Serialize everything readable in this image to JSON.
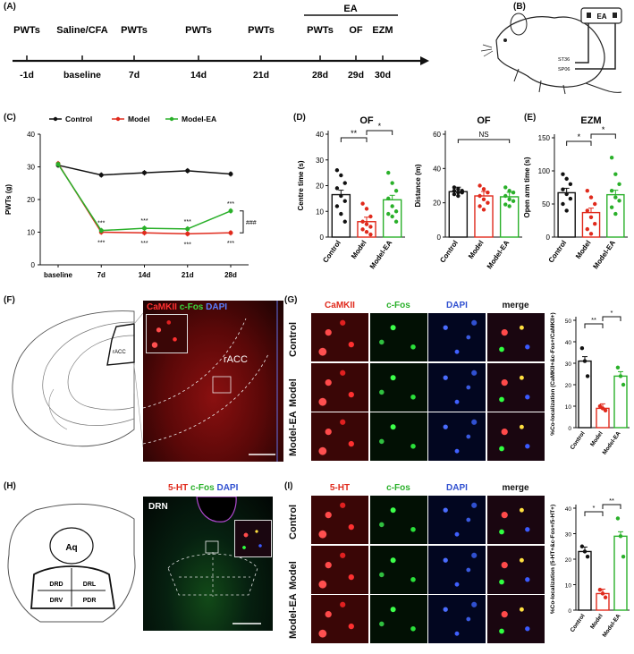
{
  "panels": {
    "A": "(A)",
    "B": "(B)",
    "C": "(C)",
    "D": "(D)",
    "E": "(E)",
    "F": "(F)",
    "G": "(G)",
    "H": "(H)",
    "I": "(I)"
  },
  "timeline": {
    "ea_label": "EA",
    "events": [
      "PWTs",
      "Saline/CFA",
      "PWTs",
      "PWTs",
      "PWTs",
      "PWTs",
      "OF",
      "EZM"
    ],
    "days": [
      "-1d",
      "baseline",
      "7d",
      "14d",
      "21d",
      "28d",
      "29d",
      "30d"
    ]
  },
  "mouse": {
    "ea_box": "EA",
    "st36": "ST36",
    "sp06": "SP06"
  },
  "chart_data": [
    {
      "panel": "C",
      "type": "line",
      "legend": [
        "Control",
        "Model",
        "Model-EA"
      ],
      "categories": [
        "baseline",
        "7d",
        "14d",
        "21d",
        "28d"
      ],
      "ylabel": "PWTs (g)",
      "ylim": [
        0,
        40
      ],
      "yticks": [
        "0",
        "10",
        "20",
        "30",
        "40"
      ],
      "series": [
        {
          "name": "Control",
          "color": "#111111",
          "values": [
            30.5,
            27.5,
            28.2,
            28.8,
            27.8
          ]
        },
        {
          "name": "Model",
          "color": "#e02a1c",
          "values": [
            31,
            10,
            9.8,
            9.5,
            9.8
          ]
        },
        {
          "name": "Model-EA",
          "color": "#2ab02a",
          "values": [
            30.8,
            10.5,
            11.2,
            11,
            16.5
          ]
        }
      ],
      "annotations": {
        "stars": "***",
        "hash": "###"
      }
    },
    {
      "panel": "D1",
      "type": "bar",
      "title": "OF",
      "ylabel": "Centre time (s)",
      "ylim": [
        0,
        40
      ],
      "yticks": [
        "0",
        "10",
        "20",
        "30",
        "40"
      ],
      "categories": [
        "Control",
        "Model",
        "Model-EA"
      ],
      "values": [
        16.5,
        6,
        14.5
      ],
      "colors": [
        "#111111",
        "#e02a1c",
        "#2ab02a"
      ],
      "points": [
        [
          26,
          24,
          21,
          19,
          16,
          14,
          12,
          9,
          6
        ],
        [
          13,
          11,
          8,
          6,
          5,
          4,
          3,
          2,
          1
        ],
        [
          25,
          21,
          18,
          15,
          12,
          10,
          9,
          8,
          6
        ]
      ],
      "sig": [
        {
          "label": "**"
        },
        {
          "label": "*"
        }
      ]
    },
    {
      "panel": "D2",
      "type": "bar",
      "title": "OF",
      "ylabel": "Distance (m)",
      "ylim": [
        0,
        60
      ],
      "yticks": [
        "0",
        "20",
        "40",
        "60"
      ],
      "categories": [
        "Control",
        "Model",
        "Model-EA"
      ],
      "values": [
        26.5,
        24,
        23.5
      ],
      "colors": [
        "#111111",
        "#e02a1c",
        "#2ab02a"
      ],
      "points": [
        [
          29,
          28,
          27,
          27,
          26,
          26,
          25,
          24
        ],
        [
          30,
          28,
          26,
          24,
          22,
          20,
          18,
          16
        ],
        [
          29,
          27,
          26,
          24,
          22,
          21,
          19,
          18
        ]
      ],
      "sig": [
        {
          "label": "NS"
        }
      ]
    },
    {
      "panel": "E",
      "type": "bar",
      "title": "EZM",
      "ylabel": "Open arm time (s)",
      "ylim": [
        0,
        150
      ],
      "yticks": [
        "0",
        "50",
        "100",
        "150"
      ],
      "categories": [
        "Control",
        "Model",
        "Model-EA"
      ],
      "values": [
        67,
        37,
        64
      ],
      "colors": [
        "#111111",
        "#e02a1c",
        "#2ab02a"
      ],
      "points": [
        [
          95,
          88,
          80,
          72,
          65,
          58,
          50,
          40
        ],
        [
          70,
          60,
          50,
          40,
          30,
          20,
          12,
          5
        ],
        [
          120,
          95,
          80,
          70,
          60,
          55,
          45,
          35
        ]
      ],
      "sig": [
        {
          "label": "*"
        },
        {
          "label": "*"
        }
      ]
    },
    {
      "panel": "G",
      "type": "bar",
      "ylabel": "%Co-localization (CaMKII+&c-Fos+/CaMKII+)",
      "ylim": [
        0,
        50
      ],
      "yticks": [
        "0",
        "10",
        "20",
        "30",
        "40",
        "50"
      ],
      "categories": [
        "Control",
        "Model",
        "Model-EA"
      ],
      "values": [
        31,
        9,
        24
      ],
      "colors": [
        "#111111",
        "#e02a1c",
        "#2ab02a"
      ],
      "points": [
        [
          37,
          31,
          24
        ],
        [
          10,
          9,
          8
        ],
        [
          28,
          24,
          20
        ]
      ],
      "sig": [
        {
          "label": "**"
        },
        {
          "label": "*"
        }
      ]
    },
    {
      "panel": "I",
      "type": "bar",
      "ylabel": "%Co-localization (5-HT+&c-Fos+/5-HT+)",
      "ylim": [
        0,
        40
      ],
      "yticks": [
        "0",
        "10",
        "20",
        "30",
        "40"
      ],
      "categories": [
        "Control",
        "Model",
        "Model-EA"
      ],
      "values": [
        23,
        6.5,
        29
      ],
      "colors": [
        "#111111",
        "#e02a1c",
        "#2ab02a"
      ],
      "points": [
        [
          25,
          23,
          21
        ],
        [
          8,
          6.5,
          5
        ],
        [
          36,
          29,
          21
        ]
      ],
      "sig": [
        {
          "label": "*"
        },
        {
          "label": "**"
        }
      ]
    }
  ],
  "panelF": {
    "title_red": "CaMKII",
    "title_green": "c-Fos",
    "title_blue": "DAPI",
    "region": "rACC",
    "atlas_region": "rACC"
  },
  "panelG": {
    "headers": [
      "CaMKII",
      "c-Fos",
      "DAPI",
      "merge"
    ],
    "rows": [
      "Control",
      "Model",
      "Model-EA"
    ]
  },
  "panelH": {
    "title_red": "5-HT",
    "title_green": "c-Fos",
    "title_blue": "DAPI",
    "region": "DRN",
    "atlas": [
      "Aq",
      "DRD",
      "DRL",
      "DRV",
      "PDR"
    ]
  },
  "panelI": {
    "headers": [
      "5-HT",
      "c-Fos",
      "DAPI",
      "merge"
    ],
    "rows": [
      "Control",
      "Model",
      "Model-EA"
    ]
  }
}
